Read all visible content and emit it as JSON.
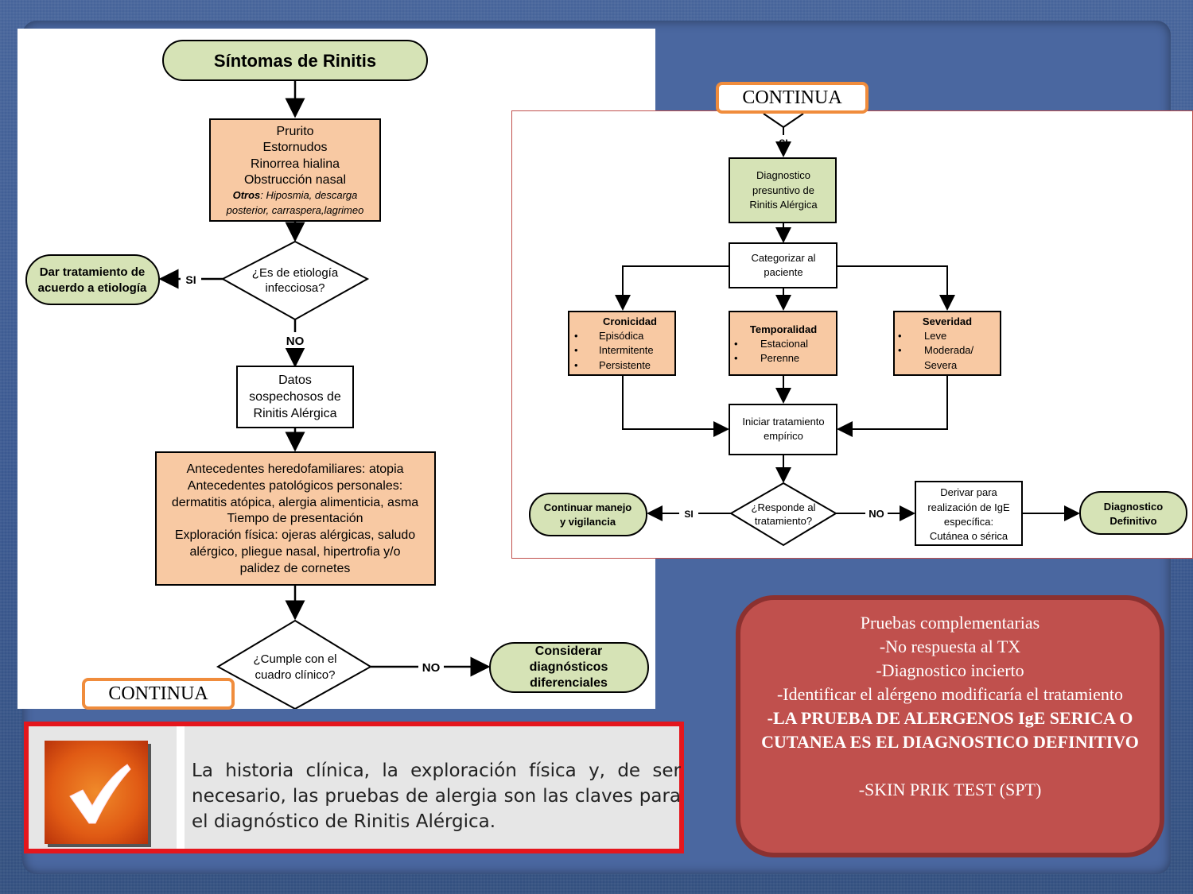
{
  "left_flow": {
    "start": "Síntomas de Rinitis",
    "symptoms": [
      "Prurito",
      "Estornudos",
      "Rinorrea hialina",
      "Obstrucción nasal"
    ],
    "others_label": "Otros",
    "others_text_1": ": Hiposmia, descarga",
    "others_text_2": "posterior, carraspera,lagrimeo",
    "q1": [
      "¿Es de etiología",
      "infecciosa?"
    ],
    "yes1": "SI",
    "treat_etiology": [
      "Dar tratamiento de",
      "acuerdo a etiología"
    ],
    "no1": "NO",
    "suspicious": [
      "Datos",
      "sospechosos de",
      "Rinitis Alérgica"
    ],
    "history": [
      "Antecedentes heredofamiliares: atopia",
      "Antecedentes patológicos personales:",
      "dermatitis atópica, alergia alimenticia, asma",
      "Tiempo de presentación",
      "Exploración física: ojeras alérgicas, saludo",
      "alérgico, pliegue nasal, hipertrofia y/o",
      "palidez de cornetes"
    ],
    "q2": [
      "¿Cumple con el",
      "cuadro clínico?"
    ],
    "no2": "NO",
    "differential": [
      "Considerar",
      "diagnósticos",
      "diferenciales"
    ]
  },
  "right_flow": {
    "yes": "SI",
    "presumptive": [
      "Diagnostico",
      "presuntivo de",
      "Rinitis Alérgica"
    ],
    "categorize": [
      "Categorizar al",
      "paciente"
    ],
    "chronicity_title": "Cronicidad",
    "chronicity_items": [
      "Episódica",
      "Intermitente",
      "Persistente"
    ],
    "temporality_title": "Temporalidad",
    "temporality_items": [
      "Estacional",
      "Perenne"
    ],
    "severity_title": "Severidad",
    "severity_items": [
      "Leve",
      "Moderada/",
      "Severa"
    ],
    "empiric": [
      "Iniciar tratamiento",
      "empírico"
    ],
    "q_response": [
      "¿Responde al",
      "tratamiento?"
    ],
    "yes2": "SI",
    "no": "NO",
    "continue": [
      "Continuar manejo",
      "y vigilancia"
    ],
    "refer": [
      "Derivar para",
      "realización de IgE",
      "específica:",
      "Cutánea o sérica"
    ],
    "definitive": [
      "Diagnostico",
      "Definitivo"
    ]
  },
  "continua_top": "CONTINUA",
  "continua_bottom": "CONTINUA",
  "note": "La historia clínica, la exploración física y, de ser necesario, las pruebas de alergia son las claves para el diagnóstico de Rinitis Alérgica.",
  "tests": {
    "title": "Pruebas complementarias",
    "items": [
      "-No respuesta al TX",
      "-Diagnostico incierto",
      "-Identificar el alérgeno modificaría el tratamiento"
    ],
    "bold": "-LA PRUEBA DE ALERGENOS  IgE SERICA O CUTANEA ES EL DIAGNOSTICO DEFINITIVO",
    "spt": "-SKIN PRIK TEST (SPT)"
  },
  "colors": {
    "green_fill": "#d6e3b6",
    "orange_fill": "#f8c9a3",
    "red_accent": "#c0504d",
    "continua_border": "#f08c3c"
  }
}
